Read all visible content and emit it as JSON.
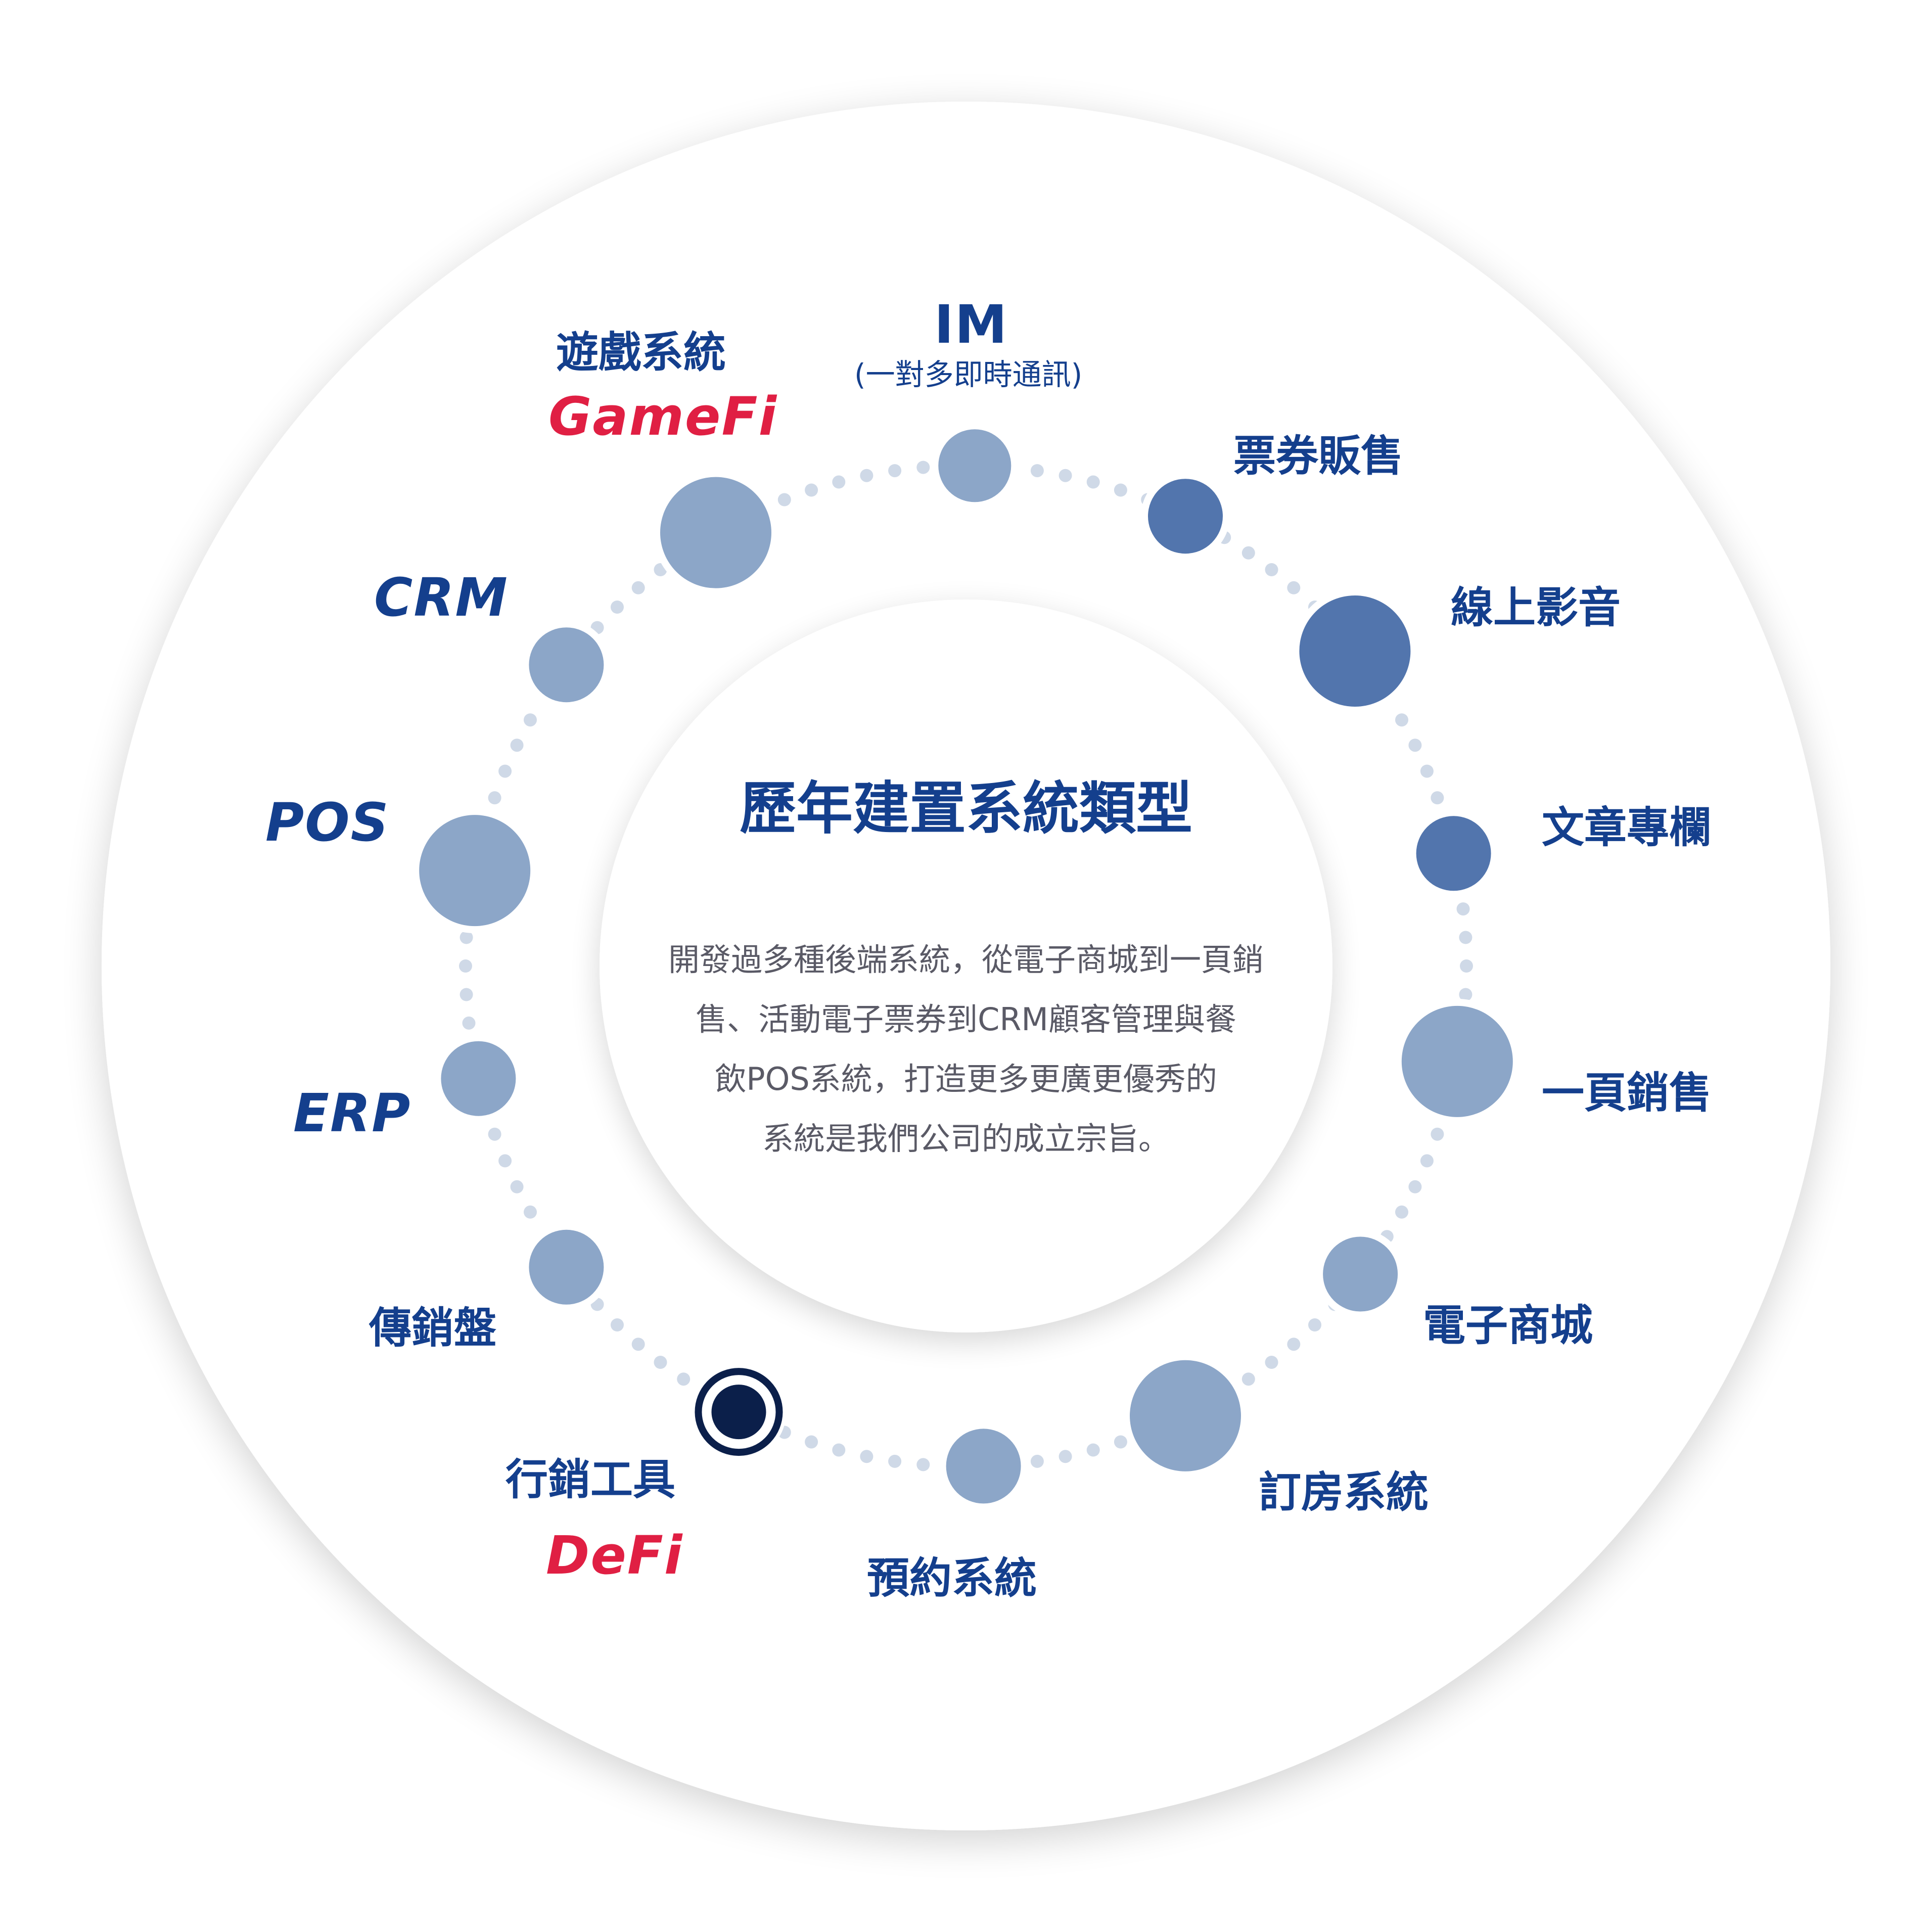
{
  "center": {
    "title": "歷年建置系統類型",
    "description": [
      "開發過多種後端系統，從電子商城到一頁銷",
      "售、活動電子票券到CRM顧客管理與餐",
      "飲POS系統，打造更多更廣更優秀的",
      "系統是我們公司的成立宗旨。"
    ]
  },
  "colors": {
    "primary_text": "#143f8d",
    "accent_red": "#e01f43",
    "node_light": "#8ca6c8",
    "node_dark": "#5275ad",
    "node_selected": "#0b1f4a",
    "dots": "#cfd9e7"
  },
  "nodes": [
    {
      "id": "im",
      "tone": "light",
      "label": "IM",
      "sublabel": "(一對多即時通訊)"
    },
    {
      "id": "ticket",
      "tone": "dark",
      "label": "票券販售"
    },
    {
      "id": "video",
      "tone": "dark",
      "label": "線上影音"
    },
    {
      "id": "article",
      "tone": "dark",
      "label": "文章專欄"
    },
    {
      "id": "onepage",
      "tone": "light",
      "label": "一頁銷售"
    },
    {
      "id": "ecommerce",
      "tone": "light",
      "label": "電子商城"
    },
    {
      "id": "booking",
      "tone": "light",
      "label": "訂房系統"
    },
    {
      "id": "reservation",
      "tone": "light",
      "label": "預約系統"
    },
    {
      "id": "marketing",
      "tone": "selected",
      "label": "行銷工具",
      "sublabel": "DeFi"
    },
    {
      "id": "mlm",
      "tone": "light",
      "label": "傳銷盤"
    },
    {
      "id": "erp",
      "tone": "light",
      "label": "ERP"
    },
    {
      "id": "pos",
      "tone": "light",
      "label": "POS"
    },
    {
      "id": "crm",
      "tone": "light",
      "label": "CRM"
    },
    {
      "id": "game",
      "tone": "light",
      "label": "遊戲系統",
      "sublabel": "GameFi"
    }
  ]
}
